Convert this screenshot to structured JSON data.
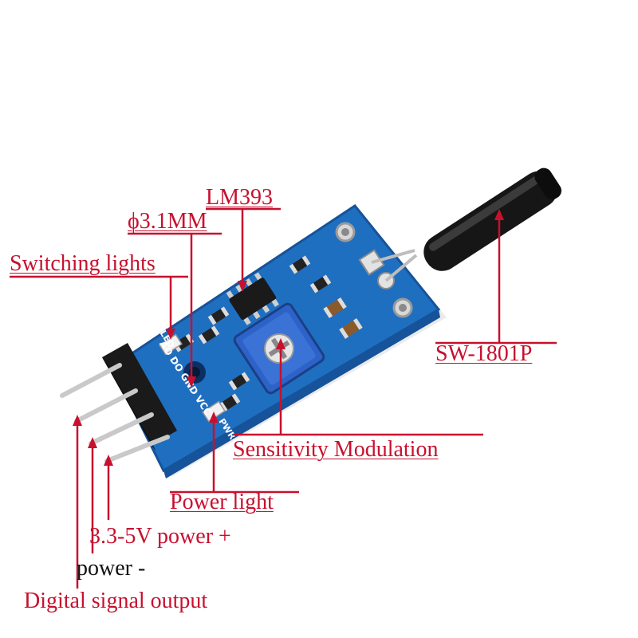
{
  "colors": {
    "annotation": "#c8102e",
    "pcb": "#1f6fc0",
    "pcb_dark": "#16539a",
    "sensor": "#161616",
    "pins": "#c9c9c9",
    "header": "#1a1a1a",
    "potentiometer": "#2d63c8",
    "text_black": "#111111"
  },
  "labels": {
    "lm393": "LM393",
    "hole": "ϕ3.1MM",
    "switching": "Switching lights",
    "sw1801p": "SW-1801P",
    "sensitivity": "Sensitivity Modulation",
    "power_light": "Power light",
    "power_plus": "3.3-5V power +",
    "power_minus": "power -",
    "digital_out": "Digital signal output"
  },
  "silkscreen": {
    "do_led": "DO-LED",
    "pwr_led": "PWR-LED",
    "pins": "AO DO GND VCC"
  }
}
